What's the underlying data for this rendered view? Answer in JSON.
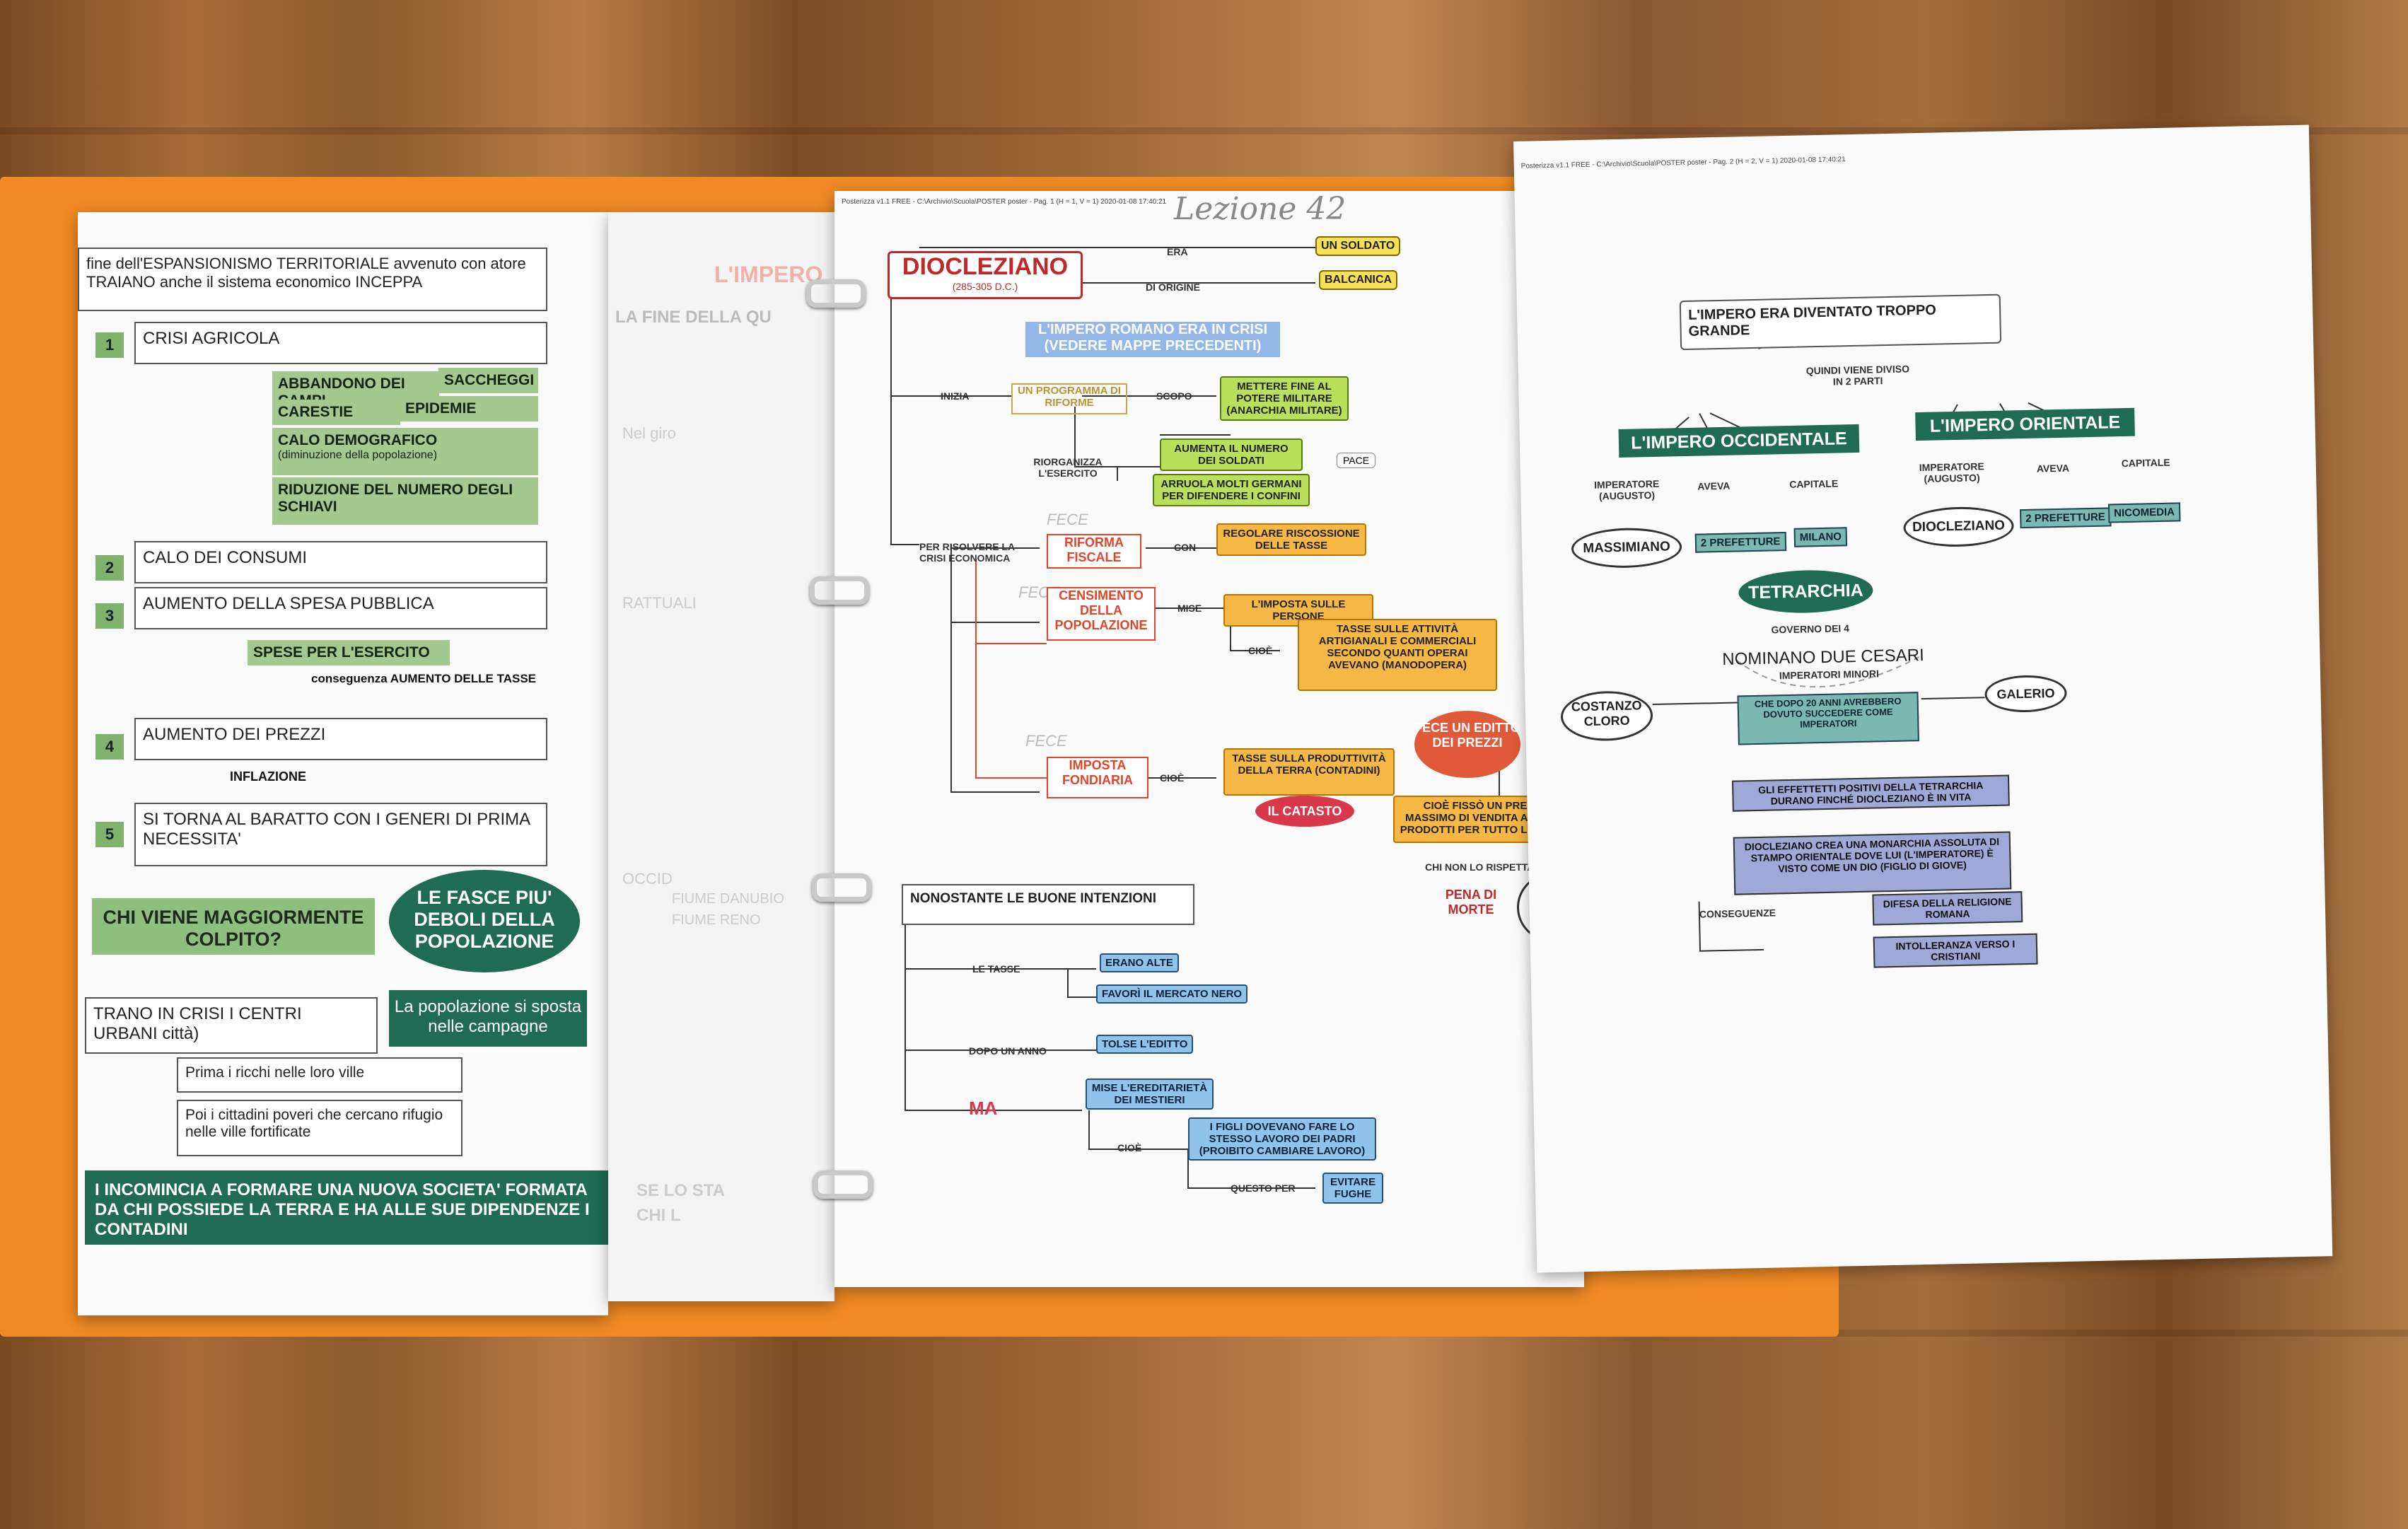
{
  "left_page": {
    "intro": "fine dell'ESPANSIONISMO TERRITORIALE avvenuto con atore TRAIANO anche il sistema economico INCEPPA",
    "items": [
      {
        "n": "1",
        "label": "CRISI AGRICOLA"
      },
      {
        "n": "2",
        "label": "CALO DEI CONSUMI"
      },
      {
        "n": "3",
        "label": "AUMENTO DELLA SPESA PUBBLICA"
      },
      {
        "n": "4",
        "label": "AUMENTO DEI PREZZI"
      },
      {
        "n": "5",
        "label": "SI TORNA AL BARATTO CON I GENERI DI PRIMA NECESSITA'"
      }
    ],
    "agri": [
      "ABBANDONO DEI CAMPI",
      "SACCHEGGI",
      "CARESTIE",
      "EPIDEMIE",
      "CALO DEMOGRAFICO",
      "(diminuzione della popolazione)",
      "RIDUZIONE DEL NUMERO DEGLI SCHIAVI"
    ],
    "spese": "SPESE PER L'ESERCITO",
    "spese_cons": "conseguenza AUMENTO DELLE TASSE",
    "inflazione": "INFLAZIONE",
    "chi": "CHI VIENE MAGGIORMENTE COLPITO?",
    "fasce": "LE FASCE PIU' DEBOLI DELLA POPOLAZIONE",
    "urbani": "TRANO IN CRISI I CENTRI URBANI città)",
    "sposta": "La popolazione si sposta nelle campagne",
    "ricchi": "Prima i ricchi nelle loro ville",
    "poveri": "Poi i cittadini poveri che cercano rifugio nelle ville fortificate",
    "societa": "I INCOMINCIA A FORMARE UNA NUOVA SOCIETA' FORMATA DA CHI POSSIEDE LA TERRA E HA ALLE SUE DIPENDENZE I CONTADINI"
  },
  "middle_page": {
    "header": "Posterizza v1.1 FREE - C:\\Archivio\\Scuola\\POSTER poster - Pag. 1 (H = 1, V = 1) 2020-01-08 17:40:21",
    "handwritten": "Lezione 42",
    "title": "DIOCLEZIANO",
    "years": "(285-305 D.C.)",
    "era": "ERA",
    "soldato": "UN SOLDATO",
    "origine": "DI ORIGINE",
    "balcanica": "BALCANICA",
    "crisi": "L'IMPERO ROMANO ERA IN CRISI (VEDERE MAPPE PRECEDENTI)",
    "inizia": "INIZIA",
    "programma": "UN PROGRAMMA DI RIFORME",
    "scopo": "SCOPO",
    "mettere": "METTERE FINE AL POTERE MILITARE (ANARCHIA MILITARE)",
    "riorganizza": "RIORGANIZZA L'ESERCITO",
    "aumenta": "AUMENTA IL NUMERO DEI SOLDATI",
    "pace": "PACE",
    "arruola": "ARRUOLA MOLTI GERMANI PER DIFENDERE I CONFINI",
    "per_risolvere": "PER RISOLVERE LA CRISI ECONOMICA",
    "riforma": "RIFORMA FISCALE",
    "con": "CON",
    "regolare": "REGOLARE RISCOSSIONE DELLE TASSE",
    "censimento": "CENSIMENTO DELLA POPOLAZIONE",
    "mise": "MISE",
    "imposta_persone": "L'IMPOSTA SULLE PERSONE",
    "cioe": "CIOÈ",
    "tasse_att": "TASSE SULLE ATTIVITÀ ARTIGIANALI E COMMERCIALI SECONDO QUANTI OPERAI AVEVANO (MANODOPERA)",
    "imposta_fond": "IMPOSTA FONDIARIA",
    "tasse_terra": "TASSE SULLA PRODUTTIVITÀ DELLA TERRA (CONTADINI)",
    "catasto": "IL CATASTO",
    "editto": "FECE UN EDITTO DEI PREZZI",
    "prezzo_max": "CIOÈ FISSÒ UN PREZZO MASSIMO DI VENDITA A TUTTI I PRODOTTI PER TUTTO L'IMPERO",
    "chi_non": "CHI NON LO RISPETTAVA",
    "pena": "PENA DI MORTE",
    "fece": "FECE",
    "nonostante": "NONOSTANTE LE BUONE INTENZIONI",
    "le_tasse": "LE TASSE",
    "erano_alte": "ERANO ALTE",
    "favori": "FAVORÌ IL MERCATO NERO",
    "dopo_anno": "DOPO UN ANNO",
    "tolse": "TOLSE L'EDITTO",
    "ma": "MA",
    "mise_ered": "MISE L'EREDITARIETÀ DEI MESTIERI",
    "cioe2": "CIOÈ",
    "figli": "I FIGLI DOVEVANO FARE LO STESSO LAVORO DEI PADRI (PROIBITO CAMBIARE LAVORO)",
    "questo_per": "QUESTO PER",
    "evitare": "EVITARE FUGHE"
  },
  "right_page": {
    "header": "Posterizza v1.1 FREE - C:\\Archivio\\Scuola\\POSTER poster - Pag. 2 (H = 2, V = 1) 2020-01-08 17:40:21",
    "troppo_grande": "L'IMPERO ERA DIVENTATO TROPPO GRANDE",
    "diviso": "QUINDI VIENE DIVISO IN 2 PARTI",
    "occidentale": "L'IMPERO OCCIDENTALE",
    "orientale": "L'IMPERO ORIENTALE",
    "imperatore": "IMPERATORE (AUGUSTO)",
    "aveva": "AVEVA",
    "capitale": "CAPITALE",
    "massimiano": "MASSIMIANO",
    "diocleziano": "DIOCLEZIANO",
    "prefetture": "2 PREFETTURE",
    "milano": "MILANO",
    "nicomedia": "NICOMEDIA",
    "tetrarchia": "TETRARCHIA",
    "governo": "GOVERNO DEI 4",
    "nominano": "NOMINANO DUE CESARI",
    "minori": "IMPERATORI MINORI",
    "costanzo": "COSTANZO CLORO",
    "galerio": "GALERIO",
    "venti_anni": "CHE DOPO 20 ANNI AVREBBERO DOVUTO SUCCEDERE COME IMPERATORI",
    "effetti": "GLI EFFETTETTI POSITIVI DELLA TETRARCHIA DURANO FINCHÉ DIOCLEZIANO È IN VITA",
    "monarchia": "DIOCLEZIANO CREA UNA MONARCHIA ASSOLUTA DI STAMPO ORIENTALE DOVE LUI (L'IMPERATORE) È VISTO COME UN DIO (FIGLIO DI GIOVE)",
    "conseguenze": "CONSEGUENZE",
    "difesa": "DIFESA DELLA RELIGIONE ROMANA",
    "intolleranza": "INTOLLERANZA VERSO I CRISTIANI"
  },
  "faded_page": {
    "title": "L'IMPERO",
    "sub": "LA FINE DELLA QU",
    "fragments": [
      "Nel giro",
      "RATTUALI",
      "OCCID",
      "FIUME DANUBIO",
      "FIUME RENO",
      "SE LO STA",
      "CHI L"
    ]
  },
  "colors": {
    "green": "#8fbf7e",
    "dark_green": "#1f6b54",
    "red": "#e0452a",
    "yellow": "#f6e05a",
    "orange": "#f6b845",
    "blue": "#8fc3ea",
    "folder": "#f08a24"
  }
}
